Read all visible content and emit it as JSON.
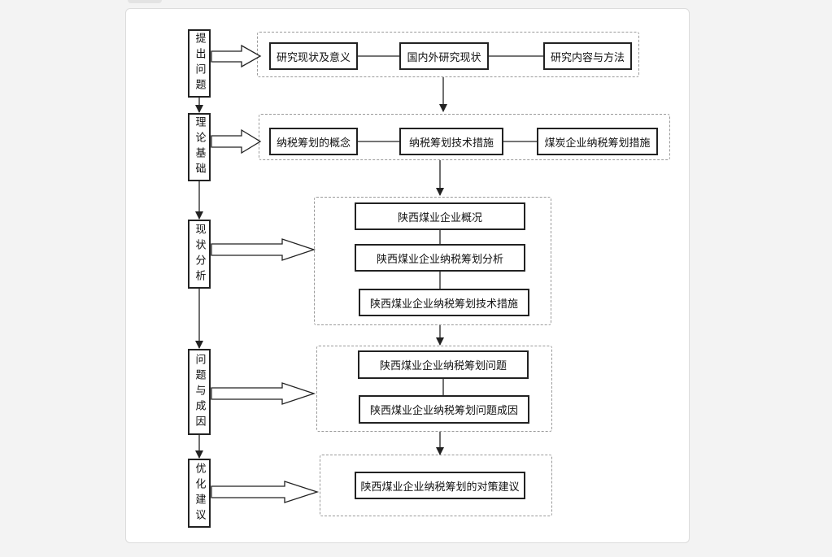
{
  "stages": [
    {
      "label": "提出问题"
    },
    {
      "label": "理论基础"
    },
    {
      "label": "现状分析"
    },
    {
      "label": "问题与成因"
    },
    {
      "label": "优化建议"
    }
  ],
  "groups": {
    "intro": [
      "研究现状及意义",
      "国内外研究现状",
      "研究内容与方法"
    ],
    "theory": [
      "纳税筹划的概念",
      "纳税筹划技术措施",
      "煤炭企业纳税筹划措施"
    ],
    "status": [
      "陕西煤业企业概况",
      "陕西煤业企业纳税筹划分析",
      "陕西煤业企业纳税筹划技术措施"
    ],
    "problems": [
      "陕西煤业企业纳税筹划问题",
      "陕西煤业企业纳税筹划问题成因"
    ],
    "suggestion": [
      "陕西煤业企业纳税筹划的对策建议"
    ]
  }
}
